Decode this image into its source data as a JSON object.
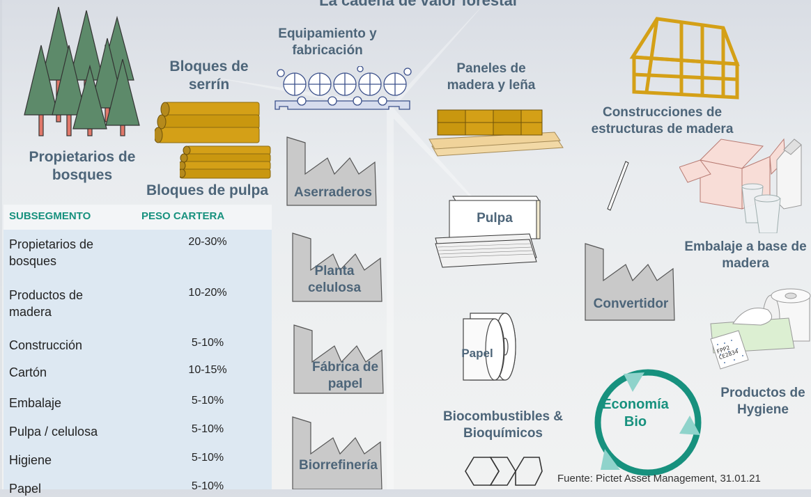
{
  "title": "La cadena de valor forestal",
  "labels": {
    "propietarios": "Propietarios de bosques",
    "bloques_serrin": "Bloques de serrín",
    "bloques_pulpa": "Bloques de pulpa",
    "equipamiento": "Equipamiento y fabricación",
    "paneles": "Paneles de madera y leña",
    "construcciones": "Construcciones de estructuras de madera",
    "aserraderos": "Aserraderos",
    "planta_celulosa": "Planta celulosa",
    "fabrica_papel": "Fábrica de papel",
    "biorrefineria": "Biorrefinería",
    "pulpa": "Pulpa",
    "papel": "Papel",
    "convertidor": "Convertidor",
    "embalaje": "Embalaje a base de madera",
    "productos_hygiene": "Productos de Hygiene",
    "biocombustibles": "Biocombustibles & Bioquímicos",
    "economia_bio": "Economía Bio",
    "mask_text_1": "FPP2",
    "mask_text_2": "CE2834"
  },
  "table": {
    "headers": [
      "SUBSEGMENTO",
      "PESO CARTERA"
    ],
    "rows": [
      {
        "subsegment": "Propietarios de bosques",
        "weight": "20-30%"
      },
      {
        "subsegment": "Productos de madera",
        "weight": "10-20%"
      },
      {
        "subsegment": "Construcción",
        "weight": "5-10%"
      },
      {
        "subsegment": "Cartón",
        "weight": "10-15%"
      },
      {
        "subsegment": "Embalaje",
        "weight": "5-10%"
      },
      {
        "subsegment": "Pulpa / celulosa",
        "weight": "5-10%"
      },
      {
        "subsegment": "Higiene",
        "weight": "5-10%"
      },
      {
        "subsegment": "Papel",
        "weight": "5-10%"
      }
    ]
  },
  "source": "Fuente: Pictet Asset Management, 31.01.21",
  "colors": {
    "label": "#4d6579",
    "teal": "#17917e",
    "arrow": "#8fd3cb",
    "wood": "#d4a017",
    "table_bg": "#dde8f2"
  }
}
